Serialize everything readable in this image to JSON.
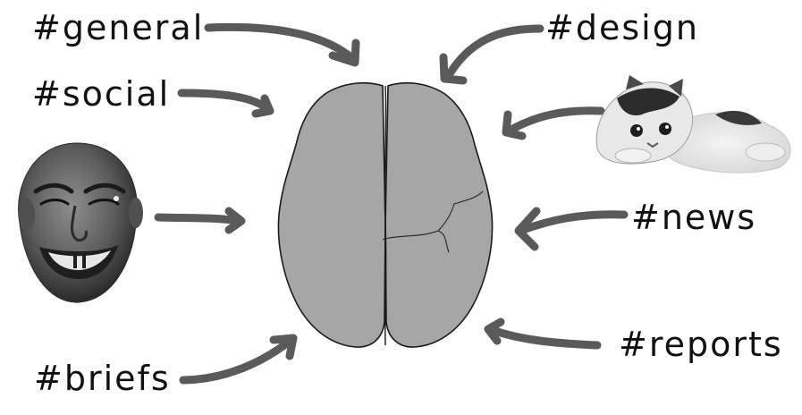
{
  "tags": {
    "general": "#general",
    "social": "#social",
    "design": "#design",
    "news": "#news",
    "reports": "#reports",
    "briefs": "#briefs"
  },
  "colors": {
    "arrow": "#5a5a5a",
    "brain_fill": "#a6a6a6",
    "brain_stroke": "#1a1a1a",
    "text": "#111111"
  },
  "images": {
    "left": "smiling-bald-man-face",
    "right": "calico-kitten-lying-down",
    "center": "brain-top-view"
  }
}
